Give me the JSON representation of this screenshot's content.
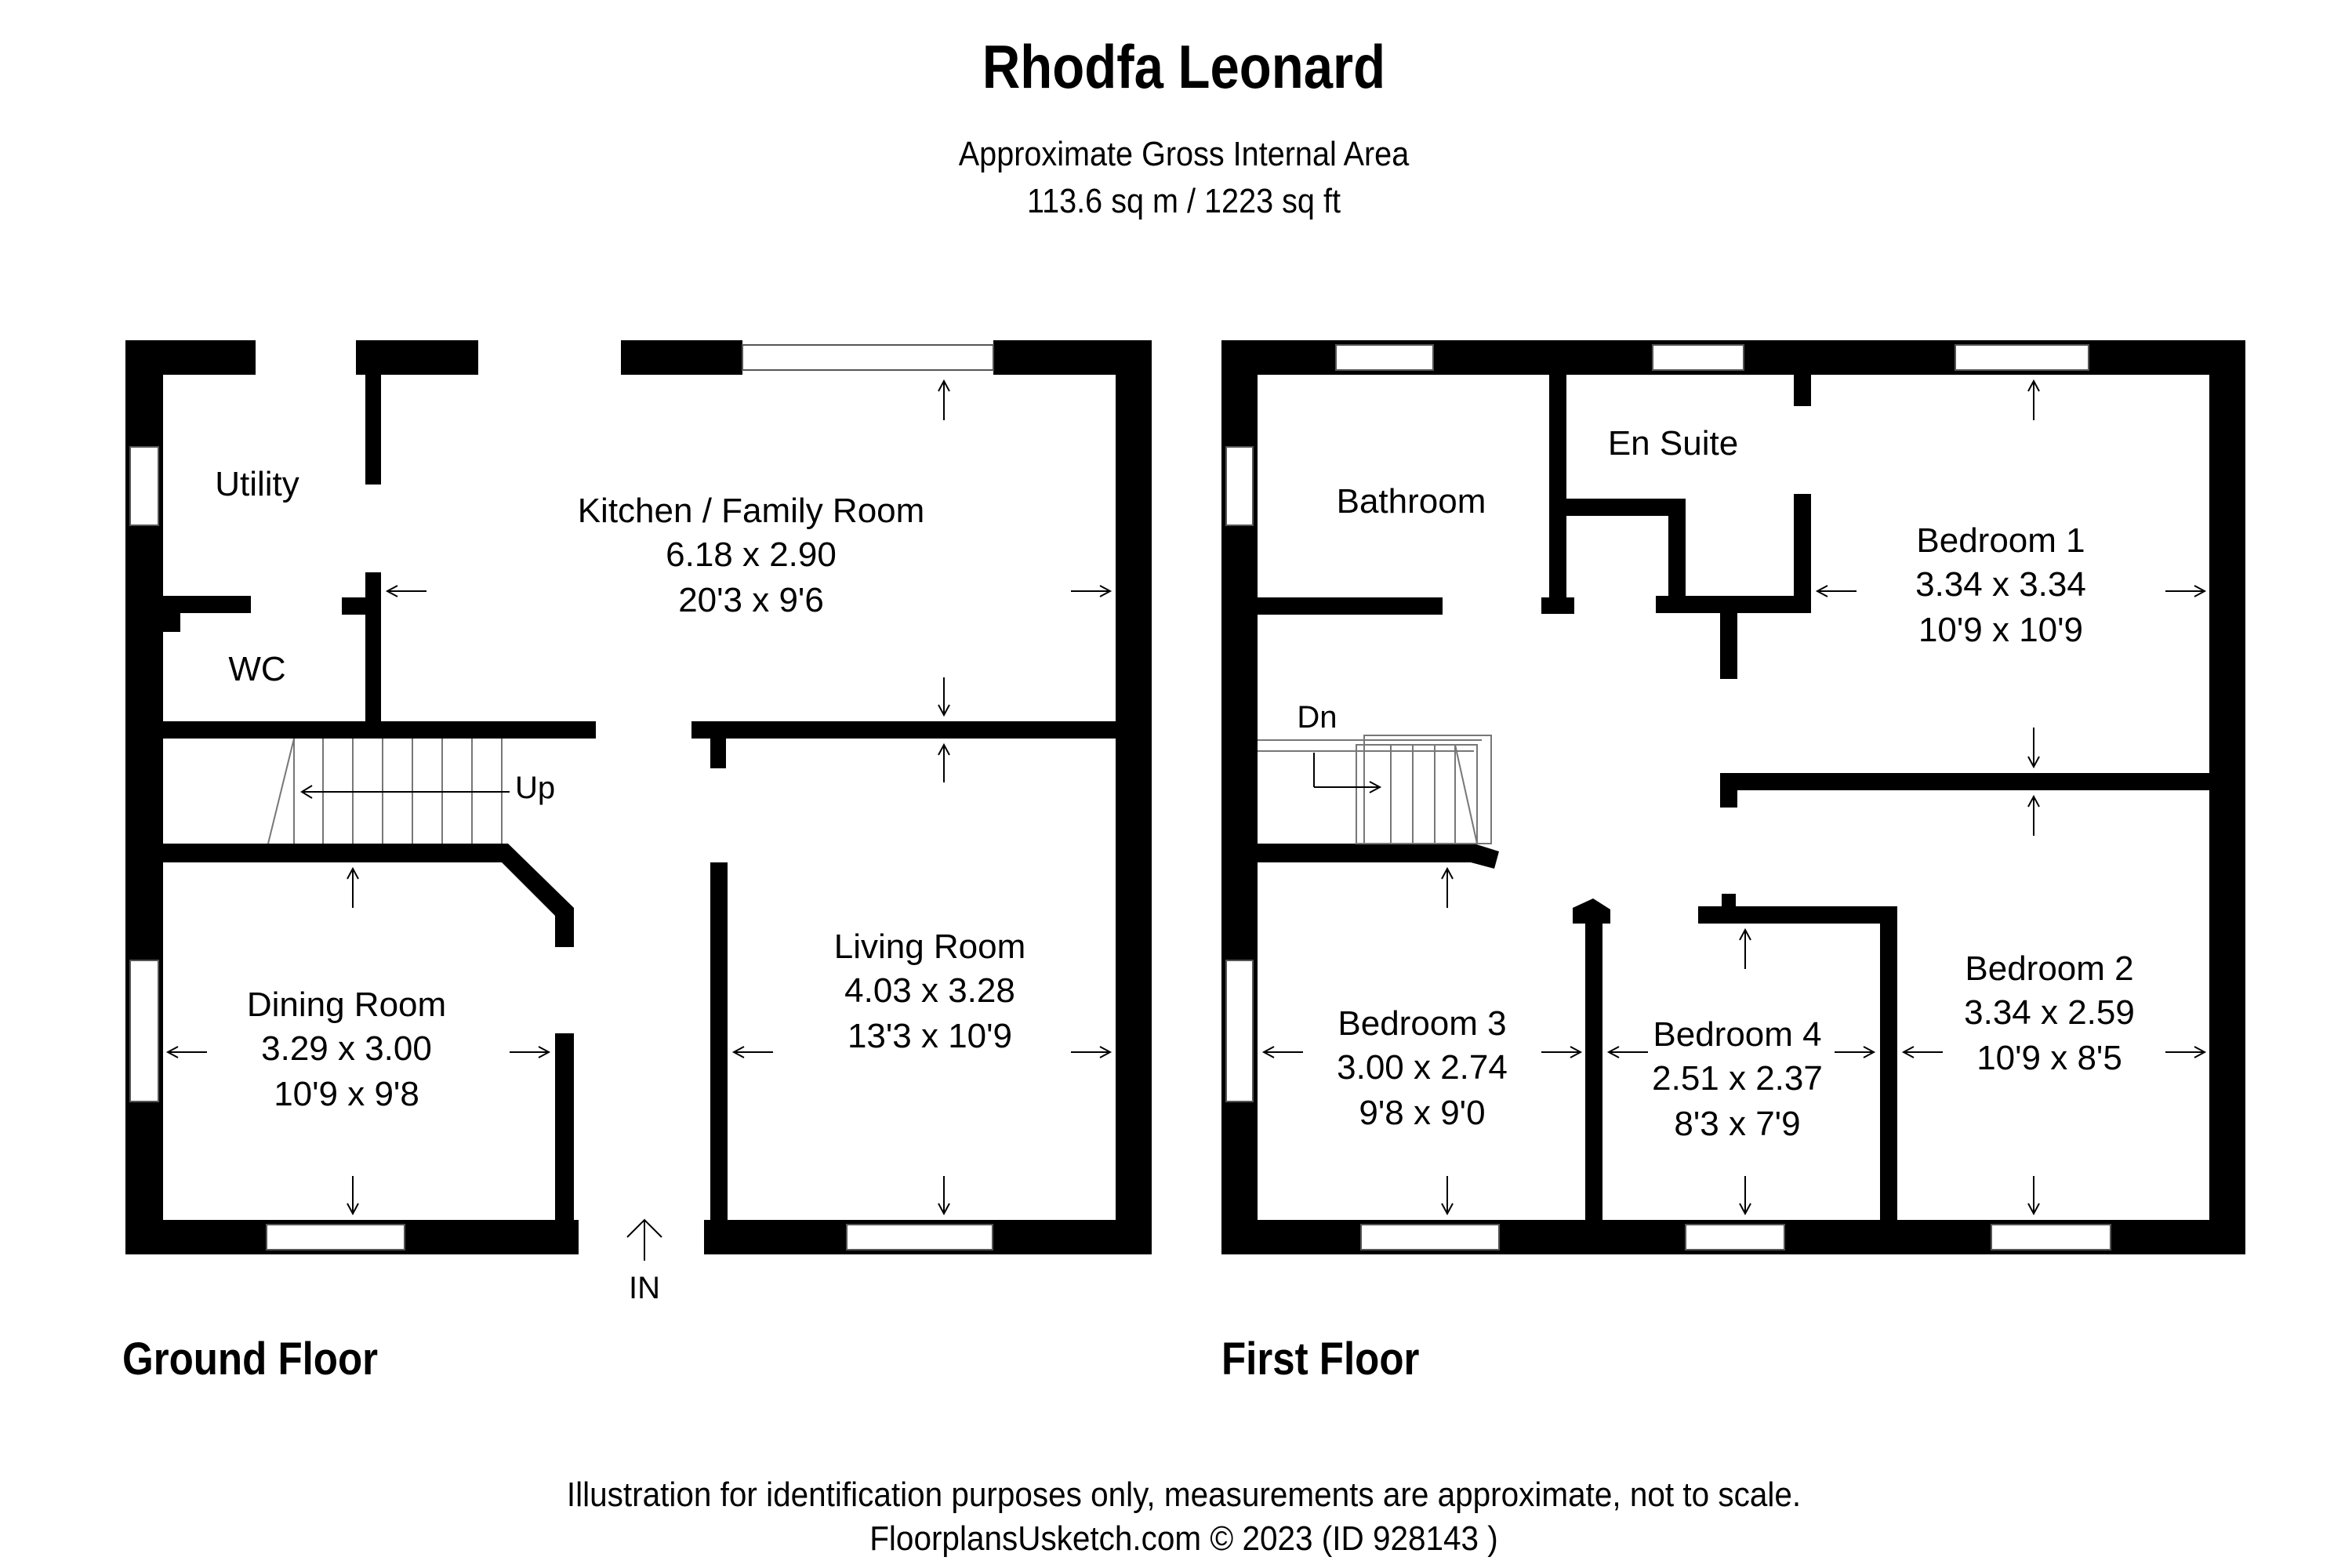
{
  "title": "Rhodfa Leonard",
  "area": {
    "line1": "Approximate Gross Internal Area",
    "line2": "113.6 sq m / 1223 sq ft"
  },
  "ground_floor": {
    "label": "Ground Floor",
    "rooms": {
      "utility": {
        "name": "Utility"
      },
      "wc": {
        "name": "WC"
      },
      "kitchen": {
        "name": "Kitchen / Family Room",
        "metric": "6.18 x 2.90",
        "imperial": "20'3 x 9'6"
      },
      "dining": {
        "name": "Dining Room",
        "metric": "3.29 x 3.00",
        "imperial": "10'9 x 9'8"
      },
      "living": {
        "name": "Living Room",
        "metric": "4.03 x 3.28",
        "imperial": "13'3 x 10'9"
      }
    },
    "stairs_label": "Up",
    "entrance_label": "IN"
  },
  "first_floor": {
    "label": "First Floor",
    "rooms": {
      "bathroom": {
        "name": "Bathroom"
      },
      "ensuite": {
        "name": "En Suite"
      },
      "bedroom1": {
        "name": "Bedroom 1",
        "metric": "3.34 x 3.34",
        "imperial": "10'9 x 10'9"
      },
      "bedroom2": {
        "name": "Bedroom 2",
        "metric": "3.34 x 2.59",
        "imperial": "10'9 x 8'5"
      },
      "bedroom3": {
        "name": "Bedroom 3",
        "metric": "3.00 x 2.74",
        "imperial": "9'8 x 9'0"
      },
      "bedroom4": {
        "name": "Bedroom 4",
        "metric": "2.51 x 2.37",
        "imperial": "8'3 x 7'9"
      }
    },
    "stairs_label": "Dn"
  },
  "footer": {
    "disclaimer": "Illustration for identification purposes only, measurements are approximate, not to scale.",
    "credit": "FloorplansUsketch.com © 2023 (ID 928143 )"
  }
}
